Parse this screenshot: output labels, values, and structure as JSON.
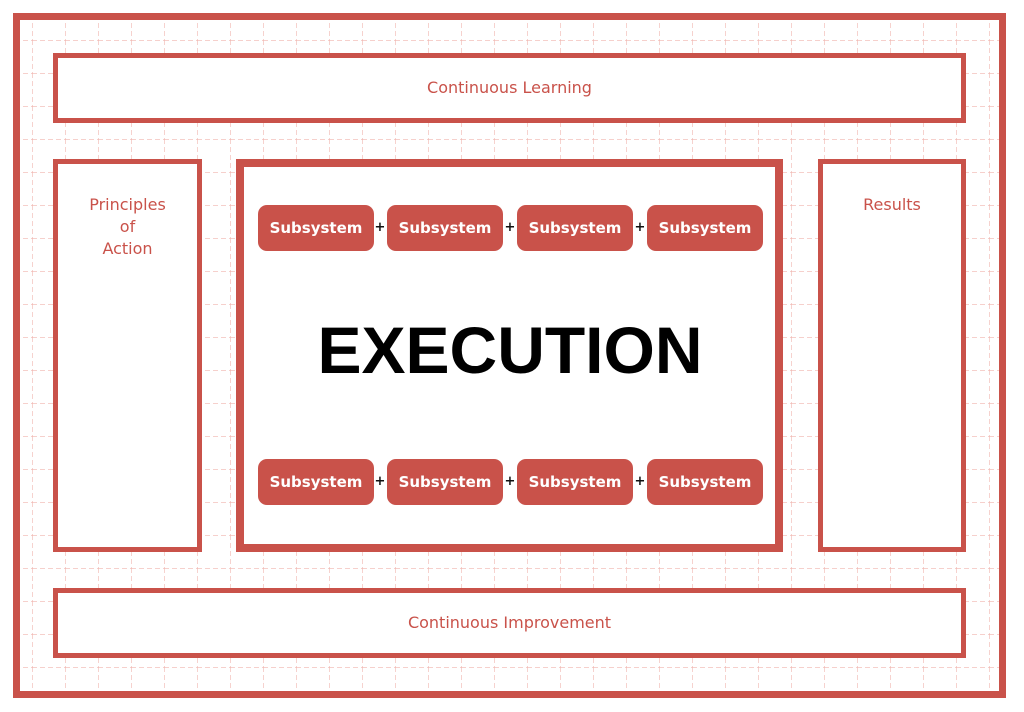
{
  "top_bar": {
    "label": "Continuous Learning"
  },
  "left_panel": {
    "lines": [
      "Principles",
      "of",
      "Action"
    ]
  },
  "right_panel": {
    "label": "Results"
  },
  "center": {
    "title": "EXECUTION",
    "top_row": [
      "Subsystem",
      "Subsystem",
      "Subsystem",
      "Subsystem"
    ],
    "bottom_row": [
      "Subsystem",
      "Subsystem",
      "Subsystem",
      "Subsystem"
    ],
    "connector": "+"
  },
  "bottom_bar": {
    "label": "Continuous Improvement"
  },
  "colors": {
    "accent": "#c9524a",
    "grid": "#f0b4ae"
  }
}
